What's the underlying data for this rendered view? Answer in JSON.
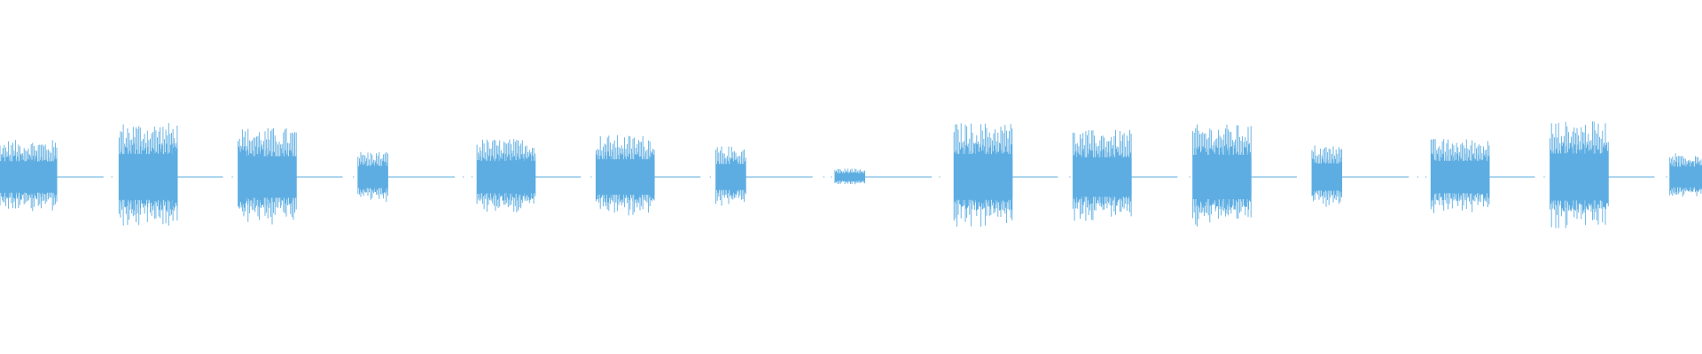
{
  "waveform": {
    "color": "#5dade2",
    "background": "#ffffff",
    "duration_s": 23.3,
    "peak_amplitude": 1.0,
    "bursts": [
      {
        "start_s": 0.0,
        "end_s": 0.78,
        "amplitude": 0.6
      },
      {
        "start_s": 1.63,
        "end_s": 2.43,
        "amplitude": 0.88
      },
      {
        "start_s": 3.26,
        "end_s": 4.06,
        "amplitude": 0.8
      },
      {
        "start_s": 4.9,
        "end_s": 5.31,
        "amplitude": 0.42
      },
      {
        "start_s": 6.53,
        "end_s": 7.33,
        "amplitude": 0.62
      },
      {
        "start_s": 8.16,
        "end_s": 8.96,
        "amplitude": 0.68
      },
      {
        "start_s": 9.8,
        "end_s": 10.21,
        "amplitude": 0.5
      },
      {
        "start_s": 11.43,
        "end_s": 11.84,
        "amplitude": 0.14
      },
      {
        "start_s": 13.06,
        "end_s": 13.86,
        "amplitude": 0.88
      },
      {
        "start_s": 14.69,
        "end_s": 15.49,
        "amplitude": 0.76
      },
      {
        "start_s": 16.33,
        "end_s": 17.13,
        "amplitude": 0.85
      },
      {
        "start_s": 17.96,
        "end_s": 18.37,
        "amplitude": 0.52
      },
      {
        "start_s": 19.59,
        "end_s": 20.39,
        "amplitude": 0.62
      },
      {
        "start_s": 21.22,
        "end_s": 22.02,
        "amplitude": 0.9
      },
      {
        "start_s": 22.86,
        "end_s": 23.3,
        "amplitude": 0.4
      }
    ]
  }
}
